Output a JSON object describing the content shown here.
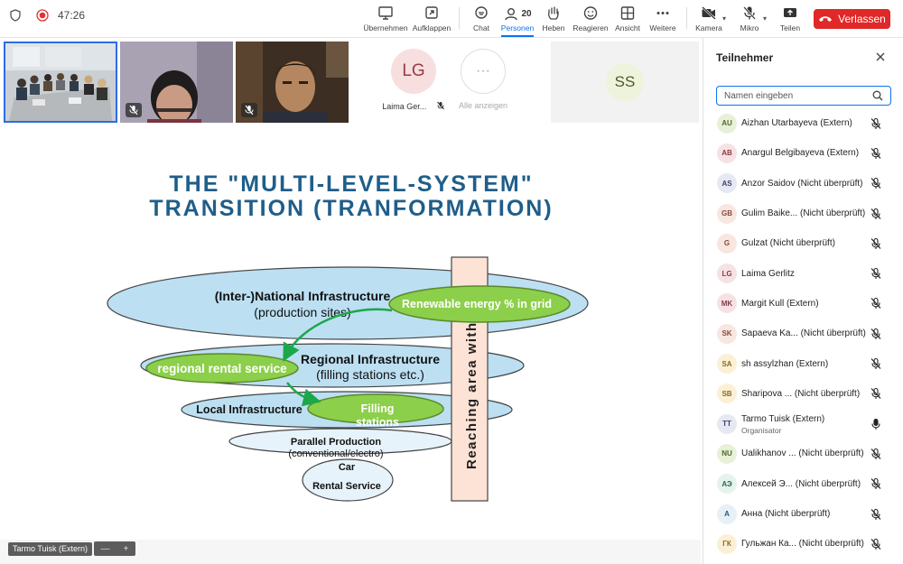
{
  "meeting": {
    "timer": "47:26"
  },
  "toolbar": {
    "buttons": [
      {
        "label": "Übernehmen",
        "icon": "screen-icon"
      },
      {
        "label": "Aufklappen",
        "icon": "expand-icon"
      },
      {
        "label": "Chat",
        "icon": "chat-icon"
      },
      {
        "label": "Personen",
        "icon": "people-icon",
        "badge": "20",
        "active": true
      },
      {
        "label": "Heben",
        "icon": "raise-hand-icon"
      },
      {
        "label": "Reagieren",
        "icon": "smiley-icon"
      },
      {
        "label": "Ansicht",
        "icon": "grid-icon"
      },
      {
        "label": "Weitere",
        "icon": "more-icon"
      },
      {
        "label": "Kamera",
        "icon": "camera-off-icon"
      },
      {
        "label": "Mikro",
        "icon": "mic-off-icon"
      },
      {
        "label": "Teilen",
        "icon": "share-icon"
      }
    ],
    "leave_label": "Verlassen"
  },
  "gallery": {
    "tiles": [
      {
        "name": "Laima Ger...",
        "initials": "LG"
      },
      {
        "name": "Alle anzeigen"
      },
      {
        "initials": "SS"
      }
    ]
  },
  "slide": {
    "title_line1": "THE \"MULTI-LEVEL-SYSTEM\"",
    "title_line2": "TRANSITION (TRANFORMATION)",
    "national_label": "(Inter-)National Infrastructure",
    "national_sub": "(production sites)",
    "renewable_label": "Renewable energy % in grid",
    "regional_label": "Regional Infrastructure",
    "regional_sub": "(filling stations etc.)",
    "rental_label": "regional rental service",
    "local_label": "Local Infrastructure",
    "filling_line1": "Filling",
    "filling_line2": "stations",
    "parallel_line1": "Parallel Production",
    "parallel_line2": "(conventional/electro)",
    "car_label": "Car",
    "car_rental": "Rental Service",
    "vertical_label": "Reaching area with"
  },
  "presenter": {
    "name": "Tarmo Tuisk (Extern)"
  },
  "zoom": {
    "minus": "—",
    "plus": "+"
  },
  "panel": {
    "title": "Teilnehmer",
    "search_placeholder": "Namen eingeben",
    "participants": [
      {
        "initials": "AU",
        "name": "Aizhan Utarbayeva (Extern)",
        "color": "#e8f0d8",
        "text": "#4a6a2a",
        "muted": true
      },
      {
        "initials": "AB",
        "name": "Anargul Belgibayeva (Extern)",
        "color": "#f6e2e4",
        "text": "#8a3a44",
        "muted": true
      },
      {
        "initials": "AS",
        "name": "Anzor Saidov (Nicht überprüft)",
        "color": "#e6e8f2",
        "text": "#3a4470",
        "muted": true
      },
      {
        "initials": "GB",
        "name": "Gulim Baike... (Nicht überprüft)",
        "color": "#f8e6e0",
        "text": "#8a4a3a",
        "muted": true
      },
      {
        "initials": "G",
        "name": "Gulzat (Nicht überprüft)",
        "color": "#f8e6e0",
        "text": "#8a4a3a",
        "muted": true
      },
      {
        "initials": "LG",
        "name": "Laima Gerlitz",
        "color": "#f6e2e4",
        "text": "#8a3a44",
        "muted": true
      },
      {
        "initials": "MK",
        "name": "Margit Kull (Extern)",
        "color": "#f6e2e4",
        "text": "#8a3a44",
        "muted": true
      },
      {
        "initials": "SK",
        "name": "Sapaeva Ka... (Nicht überprüft)",
        "color": "#f8e6e0",
        "text": "#8a4a3a",
        "muted": true
      },
      {
        "initials": "SA",
        "name": "sh assylzhan (Extern)",
        "color": "#fbf0d6",
        "text": "#8a6a20",
        "muted": true
      },
      {
        "initials": "SB",
        "name": "Sharipova ... (Nicht überprüft)",
        "color": "#fbf0d6",
        "text": "#8a6a20",
        "muted": true
      },
      {
        "initials": "TT",
        "name": "Tarmo Tuisk (Extern)",
        "role": "Organisator",
        "color": "#e6e8f2",
        "text": "#3a4470",
        "muted": false
      },
      {
        "initials": "NU",
        "name": "Ualikhanov ... (Nicht überprüft)",
        "color": "#e8f0d8",
        "text": "#4a6a2a",
        "muted": true
      },
      {
        "initials": "АЭ",
        "name": "Алексей Э... (Nicht überprüft)",
        "color": "#e6f2ec",
        "text": "#2a6a4a",
        "muted": true
      },
      {
        "initials": "А",
        "name": "Анна (Nicht überprüft)",
        "color": "#e6f0f6",
        "text": "#2a5a7a",
        "muted": true
      },
      {
        "initials": "ГК",
        "name": "Гульжан Ка... (Nicht überprüft)",
        "color": "#fbf0d6",
        "text": "#8a6a20",
        "muted": true
      }
    ]
  }
}
